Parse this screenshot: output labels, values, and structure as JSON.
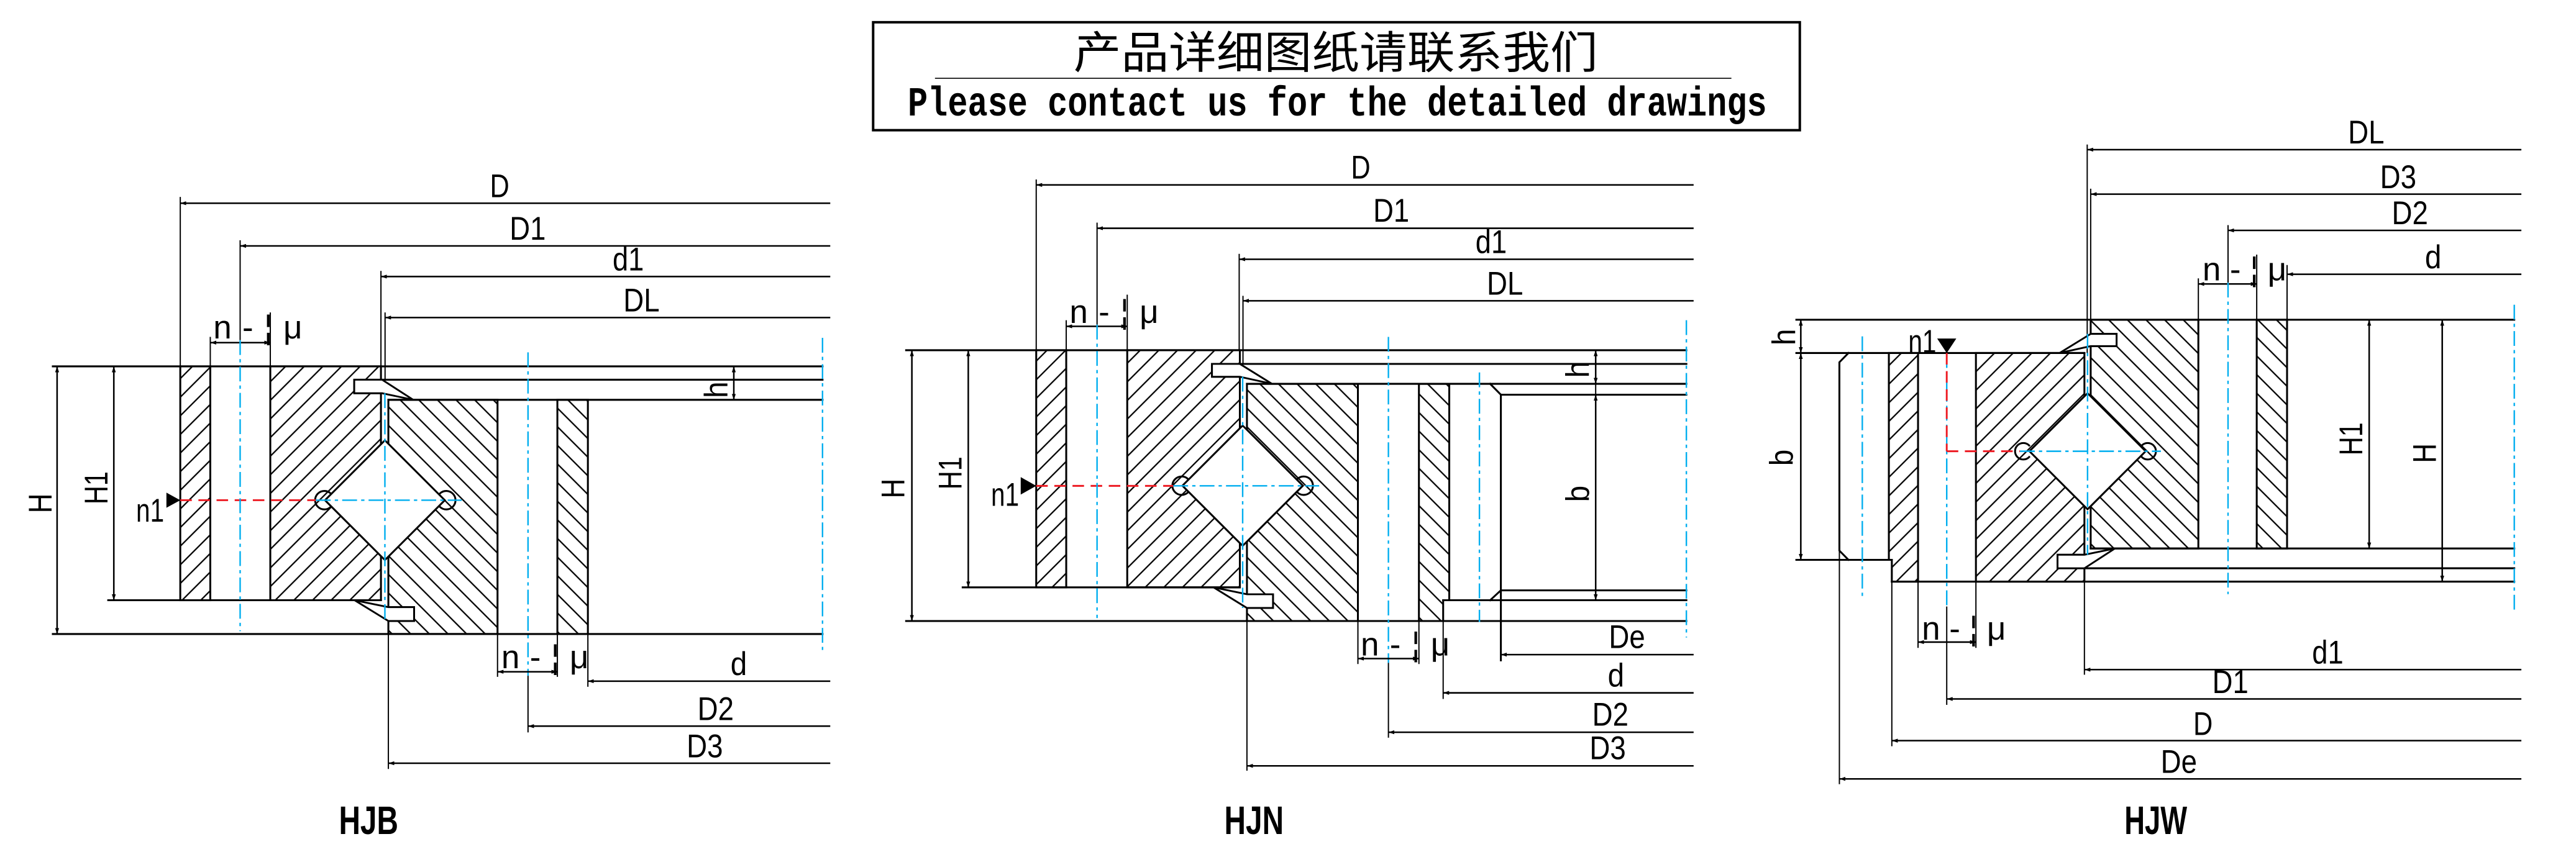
{
  "notice": {
    "zh": "产品详细图纸请联系我们",
    "en": "Please contact us for the detailed drawings"
  },
  "colors": {
    "line": "#000000",
    "centerline": "#00AEEF",
    "indicator": "#ED1C24",
    "background": "#FFFFFF"
  },
  "drawings": {
    "hjb": {
      "title": "HJB",
      "top_dims": [
        "D",
        "D1",
        "d1",
        "DL"
      ],
      "hole_label": "n-¦μ",
      "height_dims": [
        "H",
        "H1"
      ],
      "step_dim": "h",
      "marker_label": "n1",
      "bottom_dims": [
        "d",
        "D2",
        "D3"
      ]
    },
    "hjn": {
      "title": "HJN",
      "top_dims": [
        "D",
        "D1",
        "d1",
        "DL"
      ],
      "hole_label": "n-¦μ",
      "height_dims": [
        "H",
        "H1"
      ],
      "step_dim": "h",
      "gear_width_dim": "b",
      "marker_label": "n1",
      "bottom_dims": [
        "De",
        "d",
        "D2",
        "D3"
      ]
    },
    "hjw": {
      "title": "HJW",
      "top_dims": [
        "DL",
        "D3",
        "D2",
        "d"
      ],
      "hole_label": "n-¦μ",
      "height_dims": [
        "H1",
        "H"
      ],
      "step_dim": "h",
      "gear_width_dim": "b",
      "marker_label": "n1",
      "bottom_dims": [
        "d1",
        "D1",
        "D",
        "De"
      ]
    }
  }
}
